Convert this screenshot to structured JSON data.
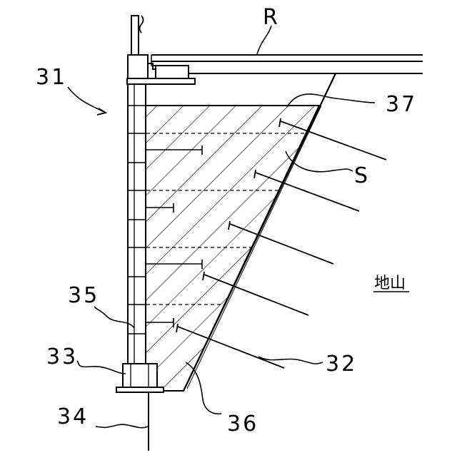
{
  "labels": {
    "r": "R",
    "n31": "31",
    "n37": "37",
    "s": "S",
    "jiyama": "地山",
    "n35": "35",
    "n33": "33",
    "n32": "32",
    "n34": "34",
    "n36": "36"
  },
  "colors": {
    "line": "#000000",
    "background": "#ffffff"
  }
}
